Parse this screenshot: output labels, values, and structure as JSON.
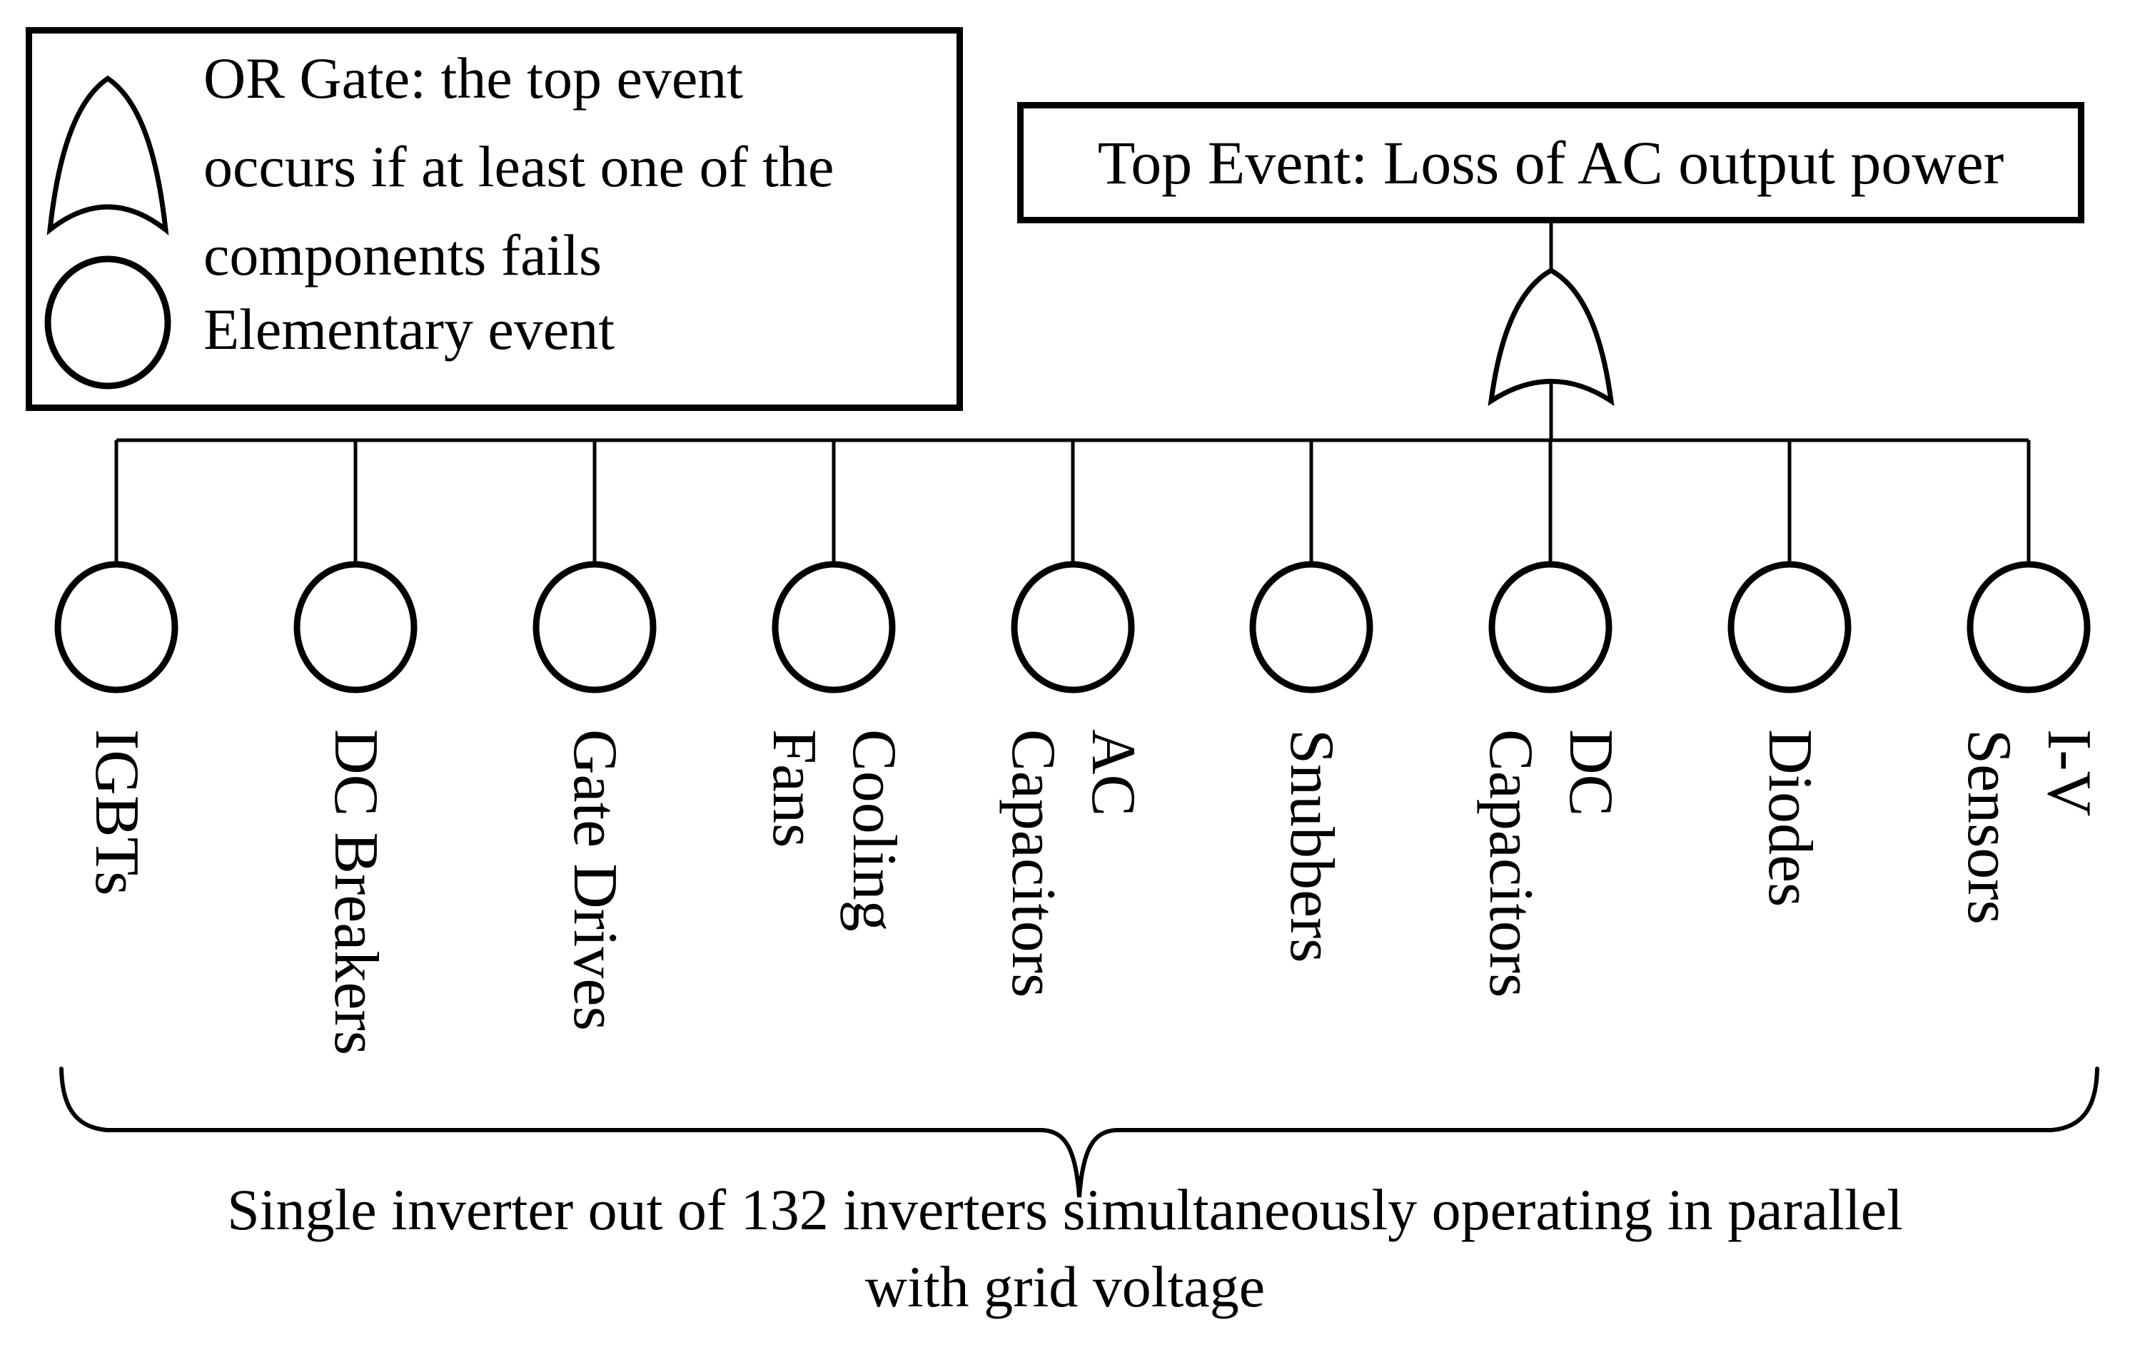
{
  "legend": {
    "or_gate_description": "OR Gate: the top event\noccurs if at least one of the\ncomponents fails",
    "elementary_event_label": "Elementary event"
  },
  "top_event": {
    "label": "Top Event: Loss of AC output power"
  },
  "tree": {
    "components": [
      {
        "label": "IGBTs"
      },
      {
        "label": "DC Breakers"
      },
      {
        "label": "Gate Drives"
      },
      {
        "label": "Cooling\nFans"
      },
      {
        "label": "AC\nCapacitors"
      },
      {
        "label": "Snubbers"
      },
      {
        "label": "DC\nCapacitors"
      },
      {
        "label": "Diodes"
      },
      {
        "label": "I-V\nSensors"
      }
    ]
  },
  "caption": "Single inverter out of 132 inverters simultaneously operating in parallel\nwith grid voltage",
  "colors": {
    "ink": "#000000",
    "background": "#ffffff"
  }
}
